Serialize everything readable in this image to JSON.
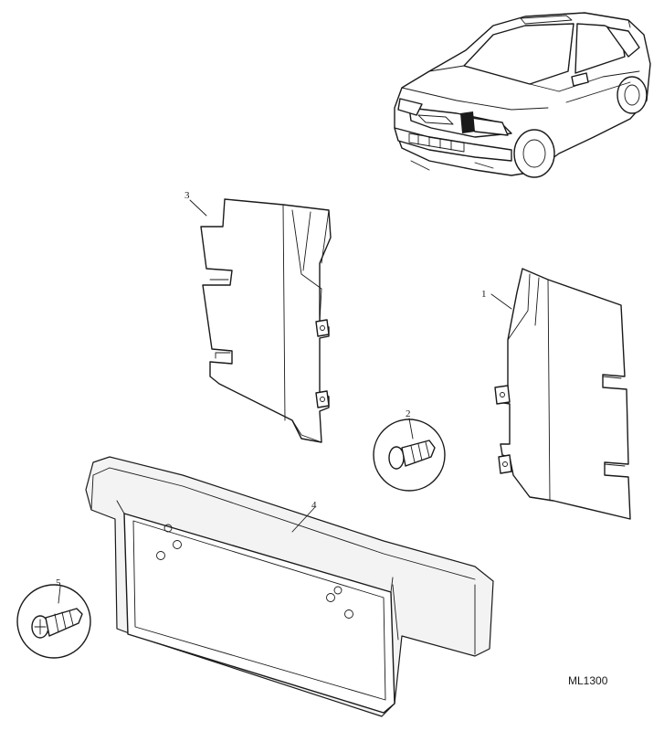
{
  "diagram": {
    "reference_code": "ML1300",
    "callouts": [
      {
        "id": "callout-3",
        "label": "3"
      },
      {
        "id": "callout-1",
        "label": "1"
      },
      {
        "id": "callout-2",
        "label": "2"
      },
      {
        "id": "callout-4",
        "label": "4"
      },
      {
        "id": "callout-5",
        "label": "5"
      }
    ]
  }
}
